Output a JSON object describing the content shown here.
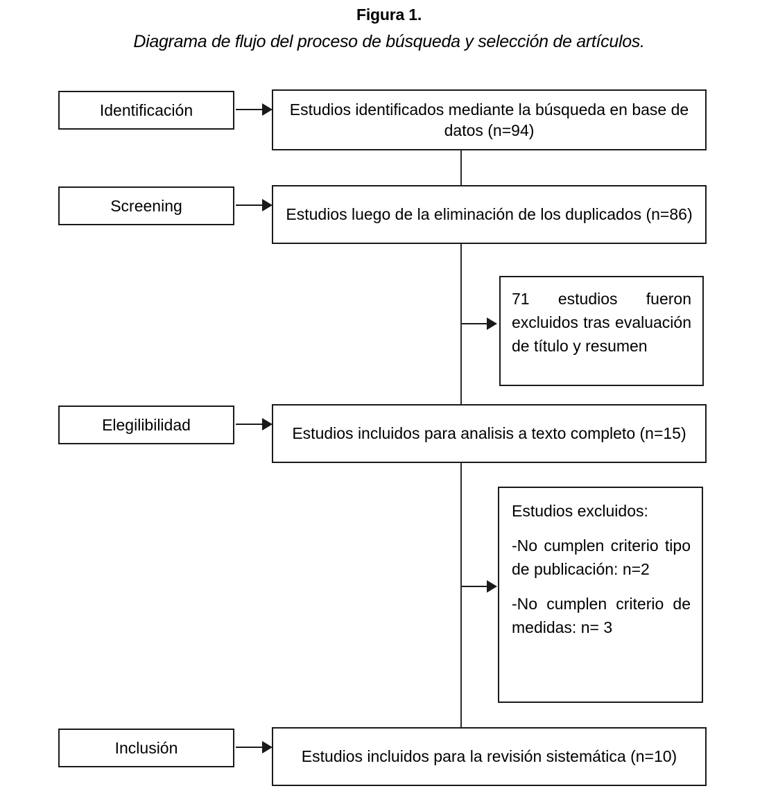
{
  "figure": {
    "title": "Figura 1.",
    "subtitle": "Diagrama de flujo del proceso de búsqueda y selección de artículos."
  },
  "chart_data": {
    "type": "diagram",
    "diagram_kind": "prisma-flow",
    "title": "Figura 1.",
    "subtitle": "Diagrama de flujo del proceso de búsqueda y selección de artículos.",
    "stages": [
      {
        "stage_label": "Identificación",
        "box_text": "Estudios identificados mediante la búsqueda en base de datos (n=94)",
        "n": 94
      },
      {
        "stage_label": "Screening",
        "box_text": "Estudios luego de la eliminación de los duplicados (n=86)",
        "n": 86
      },
      {
        "stage_label": "Elegilibilidad",
        "box_text": "Estudios incluidos para analisis a texto completo (n=15)",
        "n": 15
      },
      {
        "stage_label": "Inclusión",
        "box_text": "Estudios incluidos para la revisión sistemática (n=10)",
        "n": 10
      }
    ],
    "exclusions": [
      {
        "after_stage": "Screening",
        "text": "71 estudios fueron excluidos tras evaluación de título y resumen",
        "n": 71
      },
      {
        "after_stage": "Elegilibilidad",
        "heading": "Estudios excluidos:",
        "reasons": [
          {
            "text": "-No cumplen criterio tipo de publicación: n=2",
            "n": 2
          },
          {
            "text": "-No cumplen criterio de medidas: n= 3",
            "n": 3
          }
        ]
      }
    ]
  },
  "stages": {
    "identification": {
      "label": "Identificación",
      "box_text": "Estudios identificados mediante la búsqueda en base de datos (n=94)"
    },
    "screening": {
      "label": "Screening",
      "box_text": "Estudios luego de la eliminación de los duplicados (n=86)"
    },
    "eligibility": {
      "label": "Elegilibilidad",
      "box_text": "Estudios incluidos para analisis a texto completo (n=15)"
    },
    "inclusion": {
      "label": "Inclusión",
      "box_text": "Estudios incluidos para la revisión sistemática (n=10)"
    }
  },
  "exclusion_one": {
    "text": "71 estudios fueron excluidos tras evaluación de título y resumen"
  },
  "exclusion_two": {
    "heading": "Estudios excluidos:",
    "reason_one": "-No cumplen criterio tipo de publicación: n=2",
    "reason_two": "-No cumplen criterio de medidas: n= 3"
  },
  "colors": {
    "stroke": "#1a1a1a",
    "background": "#ffffff",
    "text": "#000000"
  }
}
